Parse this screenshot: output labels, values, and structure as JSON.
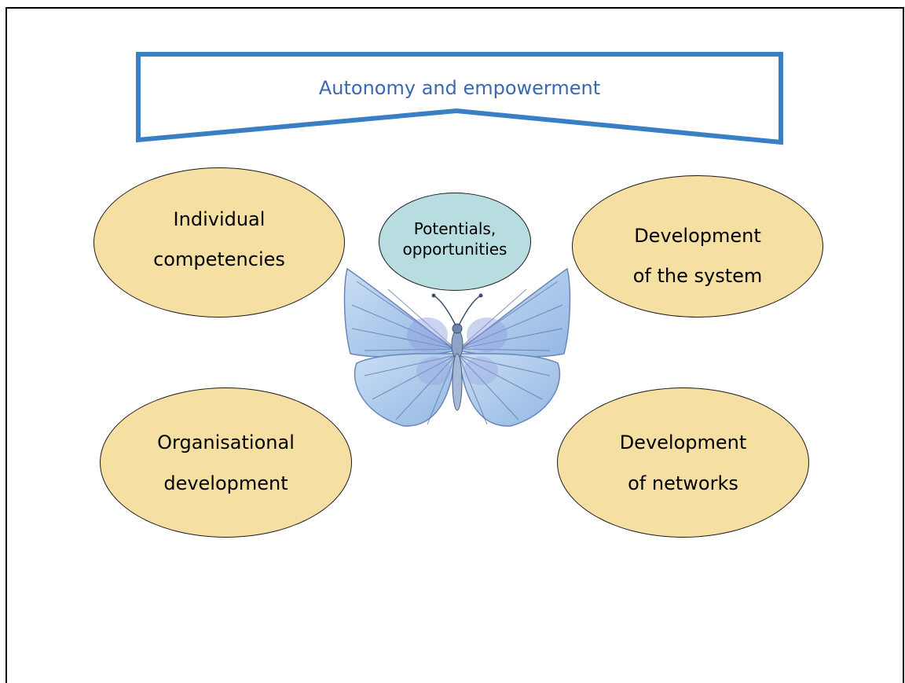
{
  "banner": {
    "title": "Autonomy and empowerment"
  },
  "center": {
    "line1": "Potentials,",
    "line2": "opportunities"
  },
  "ovals": {
    "individual": {
      "line1": "Individual",
      "line2": "competencies"
    },
    "system": {
      "line1": "Development",
      "line2": "of the system"
    },
    "organisational": {
      "line1": "Organisational",
      "line2": "development"
    },
    "networks": {
      "line1": "Development",
      "line2": "of networks"
    }
  },
  "colors": {
    "banner_border": "#3a7fc5",
    "banner_text": "#3a68b3",
    "oval_fill": "#f6dfa3",
    "center_fill": "#b8dde0",
    "butterfly_wing": "#a9c9ec"
  },
  "icons": {
    "butterfly": "butterfly-icon"
  }
}
